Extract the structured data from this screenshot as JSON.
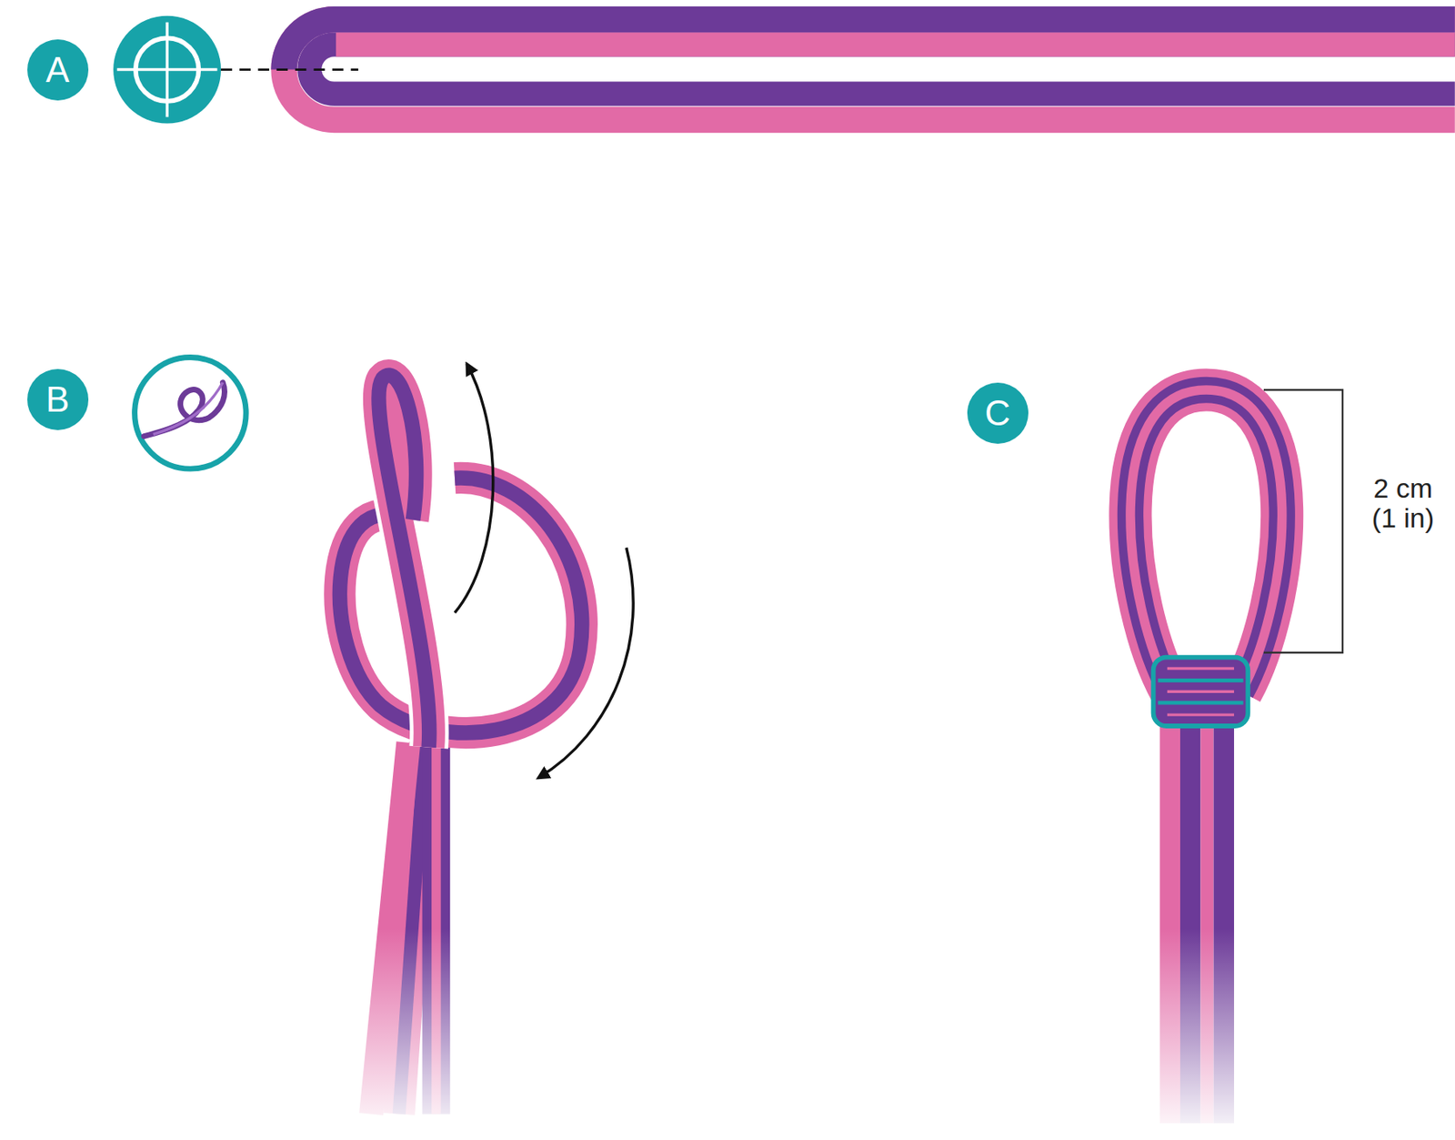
{
  "diagram": {
    "nodes": [
      {
        "text": [
          "A"
        ]
      },
      {
        "text": [
          "B"
        ]
      },
      {
        "text": [
          "C"
        ]
      }
    ],
    "edges": [],
    "labels": [
      "2 cm (1 in)"
    ]
  }
}
